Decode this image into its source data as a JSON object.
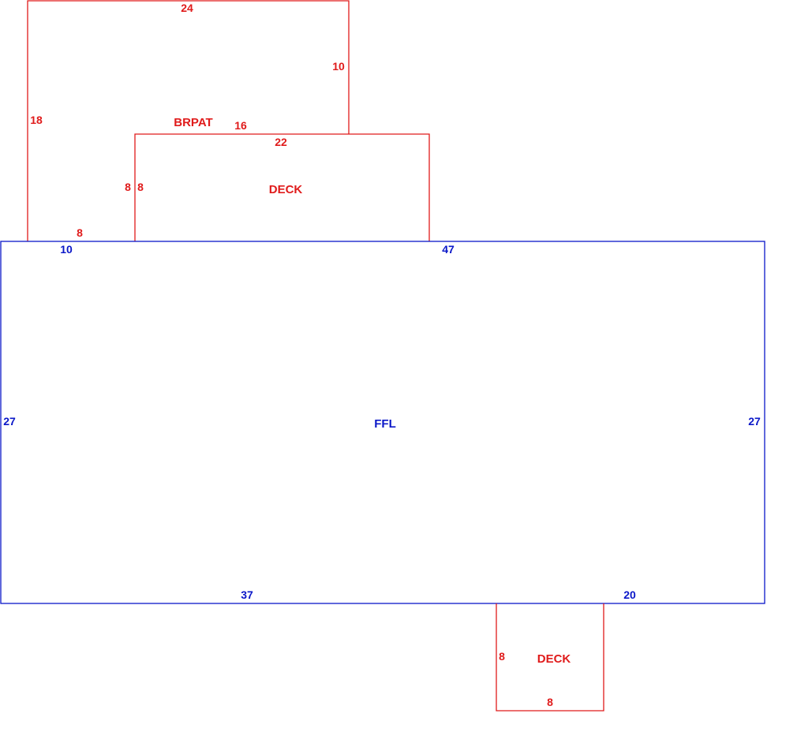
{
  "colors": {
    "addition": "#e01b1b",
    "main": "#0a17c8"
  },
  "areas": {
    "brpat": {
      "label": "BRPAT",
      "dims": {
        "top": "24",
        "right": "10",
        "left": "18",
        "lower_top": "16",
        "bottom": "8",
        "inner": "8"
      }
    },
    "deck_top": {
      "label": "DECK",
      "dims": {
        "top": "22",
        "left": "8"
      }
    },
    "ffl": {
      "label": "FFL",
      "dims": {
        "top_left": "10",
        "top": "47",
        "left": "27",
        "right": "27",
        "bottom_left": "37",
        "bottom_right": "20"
      }
    },
    "deck_bottom": {
      "label": "DECK",
      "dims": {
        "left": "8",
        "bottom": "8"
      }
    }
  }
}
